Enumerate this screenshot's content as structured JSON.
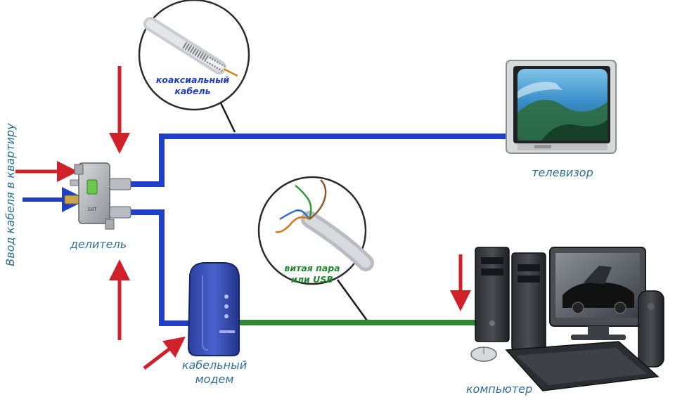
{
  "labels": {
    "cable_input": "Ввод кабеля в квартиру",
    "splitter": "делитель",
    "tv": "телевизор",
    "modem_line1": "кабельный",
    "modem_line2": "модем",
    "computer": "компьютер",
    "coax_line1": "коаксиальный",
    "coax_line2": "кабель",
    "twisted_line1": "витая пара",
    "twisted_line2": "или USB"
  },
  "colors": {
    "coax_cable": "#1f3fc6",
    "network_cable": "#2f8a2f",
    "arrow_red": "#d0202a",
    "arrow_blue": "#1f3fc6",
    "label_text": "#2e6f9a",
    "coax_callout_text": "#1f3fc6",
    "twisted_callout_text": "#1f8a2f"
  },
  "icons": [
    "splitter-icon",
    "tv-icon",
    "cable-modem-icon",
    "computer-icon",
    "coax-cable-icon",
    "twisted-pair-icon"
  ]
}
